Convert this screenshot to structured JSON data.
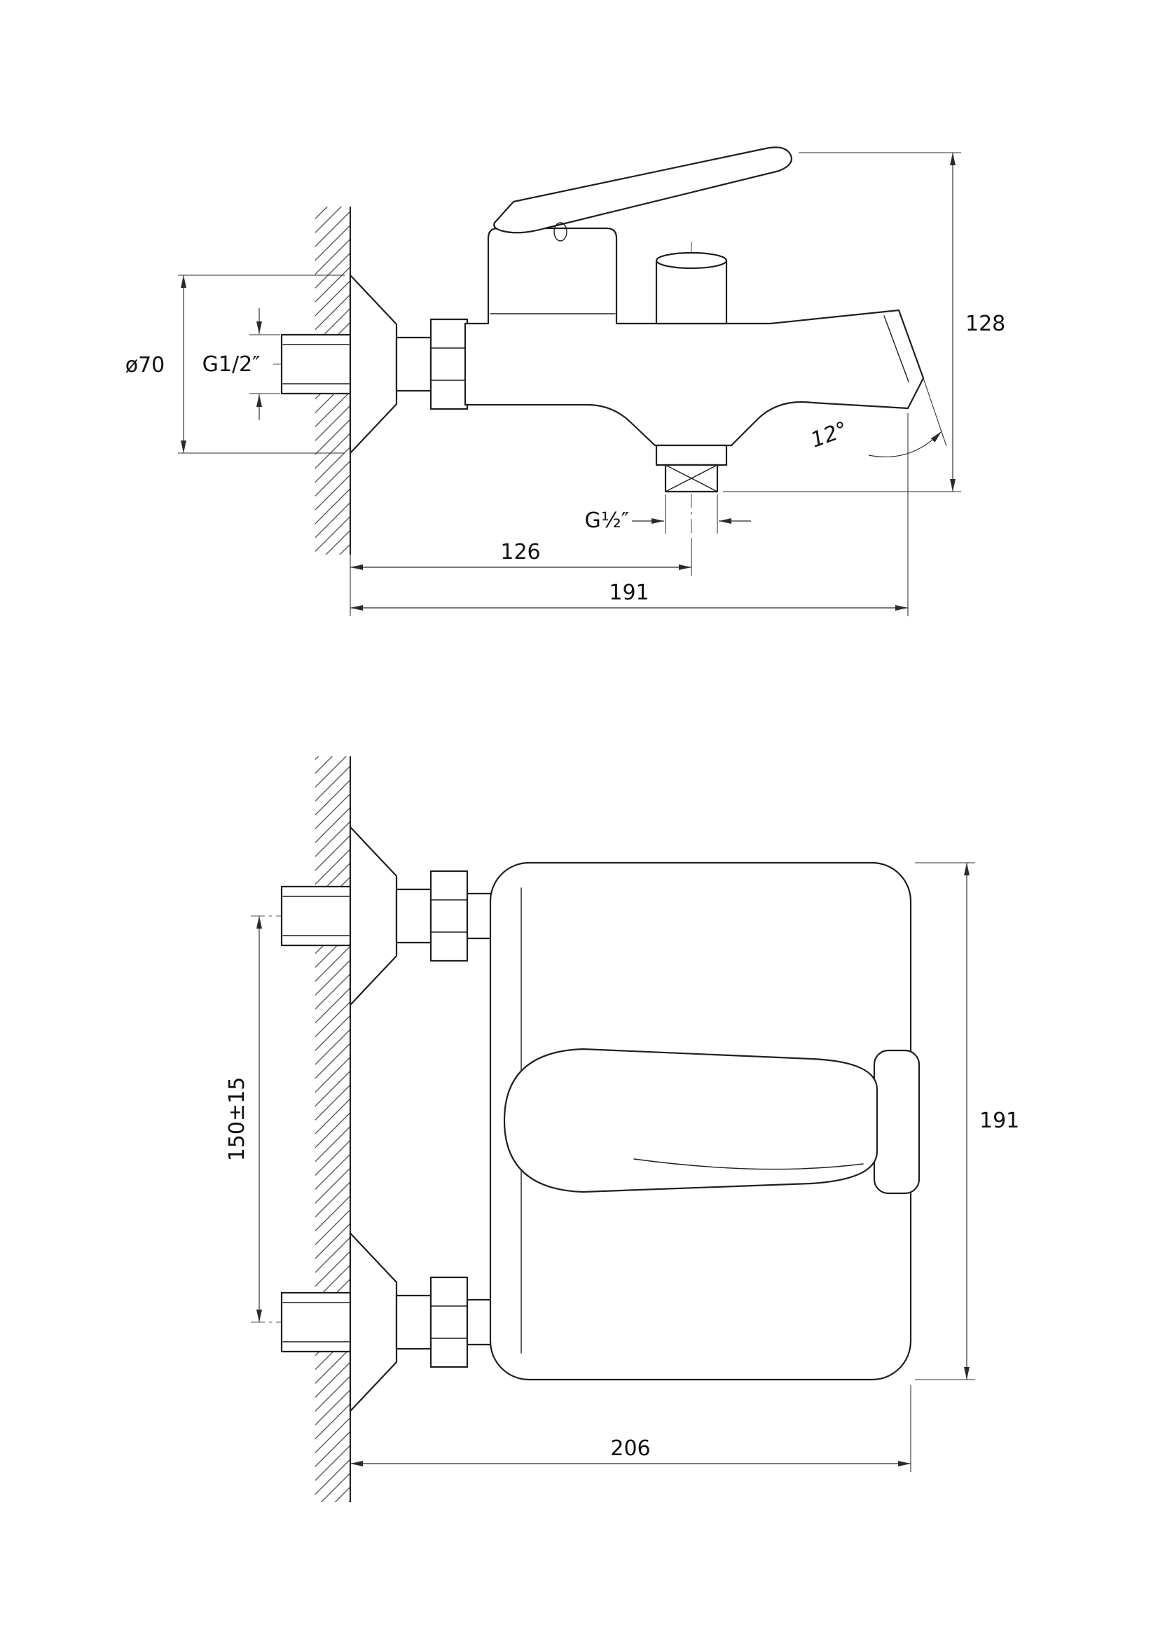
{
  "colors": {
    "line": "#1f1f1f",
    "dimension": "#2b2b2b"
  },
  "side_view": {
    "flange_diameter": "ø70",
    "inlet_thread": "G1/2″",
    "overall_height": "128",
    "spout_angle": "12°",
    "outlet_thread": "G½″",
    "outlet_reach": "126",
    "overall_reach": "191"
  },
  "front_view": {
    "inlet_spacing": "150±15",
    "overall_height": "191",
    "overall_width": "206"
  }
}
